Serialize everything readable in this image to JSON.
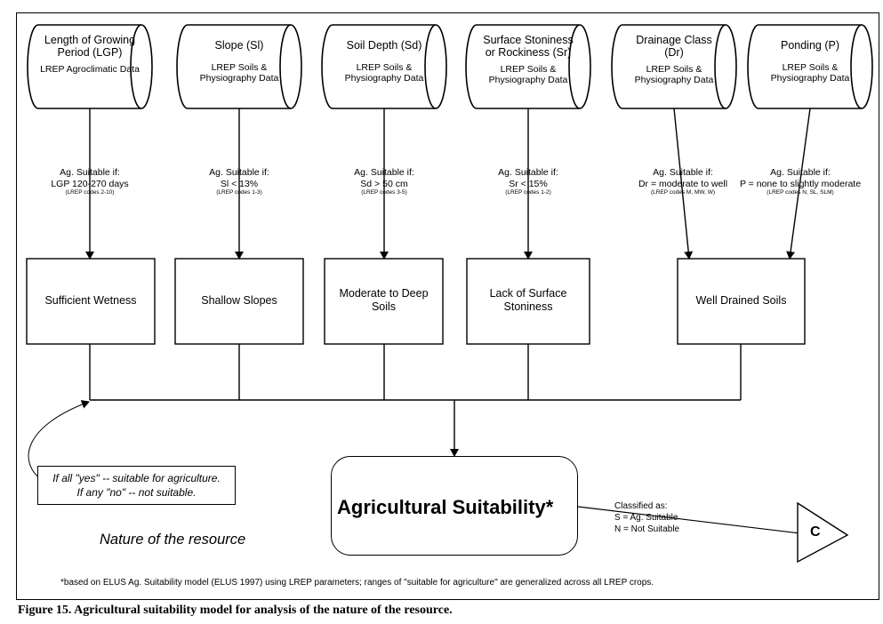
{
  "sources": [
    {
      "title_lines": [
        "Length of Growing",
        "Period (LGP)"
      ],
      "subtitle_lines": [
        "LREP Agroclimatic Data"
      ]
    },
    {
      "title_lines": [
        "Slope (Sl)"
      ],
      "subtitle_lines": [
        "LREP Soils &",
        "Physiography Data"
      ]
    },
    {
      "title_lines": [
        "Soil Depth (Sd)"
      ],
      "subtitle_lines": [
        "LREP Soils &",
        "Physiography Data"
      ]
    },
    {
      "title_lines": [
        "Surface Stoniness",
        "or Rockiness (Sr)"
      ],
      "subtitle_lines": [
        "LREP Soils &",
        "Physiography Data"
      ]
    },
    {
      "title_lines": [
        "Drainage Class",
        "(Dr)"
      ],
      "subtitle_lines": [
        "LREP Soils &",
        "Physiography Data"
      ]
    },
    {
      "title_lines": [
        "Ponding (P)"
      ],
      "subtitle_lines": [
        "LREP Soils &",
        "Physiography Data"
      ]
    }
  ],
  "conditions": [
    {
      "heading": "Ag. Suitable if:",
      "rule": "LGP 120-270 days",
      "codes": "(LREP codes 2-10)"
    },
    {
      "heading": "Ag. Suitable if:",
      "rule": "Sl < 13%",
      "codes": "(LREP codes 1-3)"
    },
    {
      "heading": "Ag. Suitable  if:",
      "rule": "Sd > 50 cm",
      "codes": "(LREP codes 3-5)"
    },
    {
      "heading": "Ag. Suitable  if:",
      "rule": "Sr < 15%",
      "codes": "(LREP codes 1-2)"
    },
    {
      "heading": "Ag. Suitable  if:",
      "rule": "Dr = moderate to well",
      "codes": "(LREP codes M, MW, W)"
    },
    {
      "heading": "Ag. Suitable  if:",
      "rule": "P = none to slightly moderate",
      "codes": "(LREP codes N, SL, SLM)"
    }
  ],
  "results": [
    {
      "lines": [
        "Sufficient Wetness"
      ]
    },
    {
      "lines": [
        "Shallow Slopes"
      ]
    },
    {
      "lines": [
        "Moderate to Deep",
        "Soils"
      ]
    },
    {
      "lines": [
        "Lack of Surface",
        "Stoniness"
      ]
    },
    {
      "lines": [
        "Well Drained Soils"
      ]
    }
  ],
  "note": {
    "line1": "If all \"yes\" -- suitable for agriculture.",
    "line2": "If any \"no\" -- not suitable."
  },
  "outcome": {
    "title": "Agricultural Suitability*"
  },
  "nature_label": "Nature of the resource",
  "classification": {
    "heading": "Classified as:",
    "s": "S = Ag. Suitable",
    "n": "N = Not Suitable"
  },
  "connector": {
    "label": "C"
  },
  "footnote": "*based on ELUS Ag. Suitability model (ELUS 1997)  using LREP parameters; ranges of \"suitable for agriculture\" are generalized across all LREP crops.",
  "caption": "Figure 15. Agricultural suitability model for analysis of the nature of the resource."
}
